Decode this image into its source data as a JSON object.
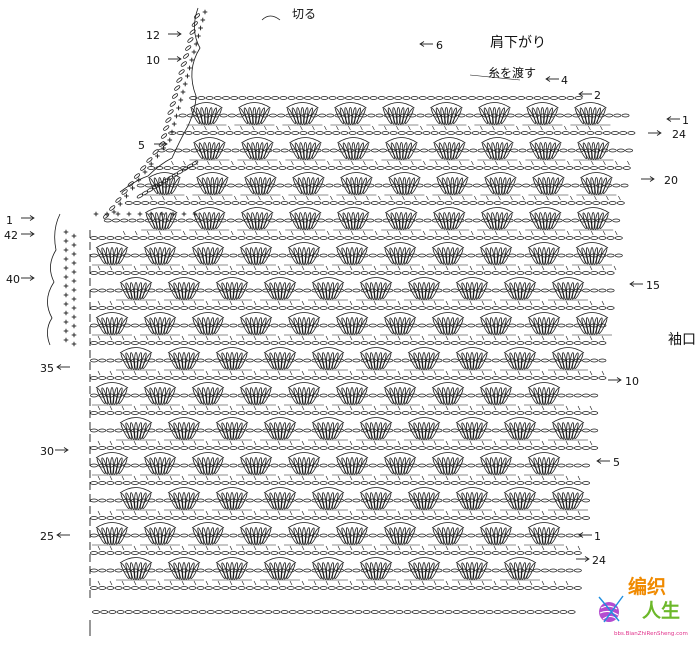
{
  "labels": {
    "cut": "切る",
    "shoulder_shaping": "肩下がり",
    "pass_yarn": "糸を渡す",
    "sleeve_opening": "袖口"
  },
  "row_markers": {
    "top_left": [
      "12",
      "10",
      "5"
    ],
    "top_right": [
      "6",
      "4",
      "2",
      "1"
    ],
    "middle_left": [
      "1",
      "42",
      "40",
      "35",
      "30",
      "25"
    ],
    "right": [
      "24",
      "20",
      "15",
      "10",
      "5",
      "1",
      "24"
    ]
  },
  "logo": {
    "line1": "编织",
    "line2": "人生",
    "url": "bbs.BianZhiRenSheng.com"
  },
  "colors": {
    "ink": "#1a1a1a",
    "logo_orange": "#f08a00",
    "logo_green": "#6cb82a",
    "logo_pink": "#e0308a",
    "logo_blue": "#2f7fd0"
  }
}
